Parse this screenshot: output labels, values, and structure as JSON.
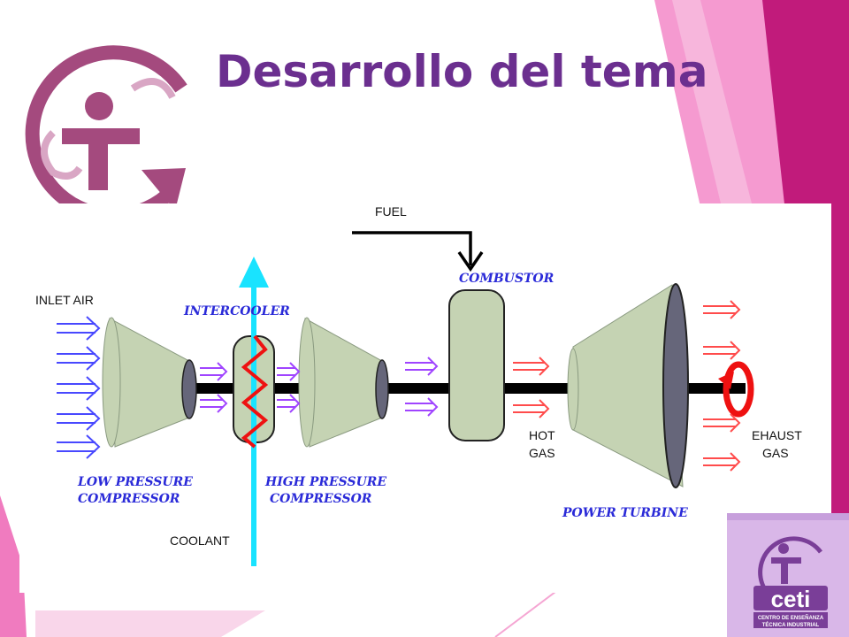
{
  "slide": {
    "title": "Desarrollo del tema",
    "colors": {
      "title": "#6b2f8f",
      "accent_magenta": "#c0187a",
      "accent_pink": "#f07bbf",
      "logo": "#a44a7e"
    }
  },
  "diagram": {
    "labels": {
      "inlet_air": "INLET AIR",
      "intercooler": "INTERCOOLER",
      "fuel": "FUEL",
      "combustor": "COMBUSTOR",
      "low_pressure_1": "LOW PRESSURE",
      "low_pressure_2": "COMPRESSOR",
      "high_pressure_1": "HIGH PRESSURE",
      "high_pressure_2": "COMPRESSOR",
      "coolant": "COOLANT",
      "hot_1": "HOT",
      "hot_2": "GAS",
      "exhaust_1": "EHAUST",
      "exhaust_2": "GAS",
      "power_turbine": "POWER TURBINE"
    },
    "colors": {
      "stage": "#c5d3b3",
      "hub": "#66667a",
      "shaft": "#000000",
      "coolant": "#19e3ff",
      "inlet_arrow": "#4848ff",
      "compressed_arrow": "#a044ff",
      "hot_arrow": "#ff4b4b",
      "rotation": "#ee1111"
    },
    "icons": [
      "rotation-arrow-icon",
      "fuel-arrow-icon",
      "coolant-arrow-icon"
    ]
  },
  "logo": {
    "name": "ceti",
    "line1": "CENTRO DE ENSEÑANZA",
    "line2": "TÉCNICA INDUSTRIAL"
  }
}
